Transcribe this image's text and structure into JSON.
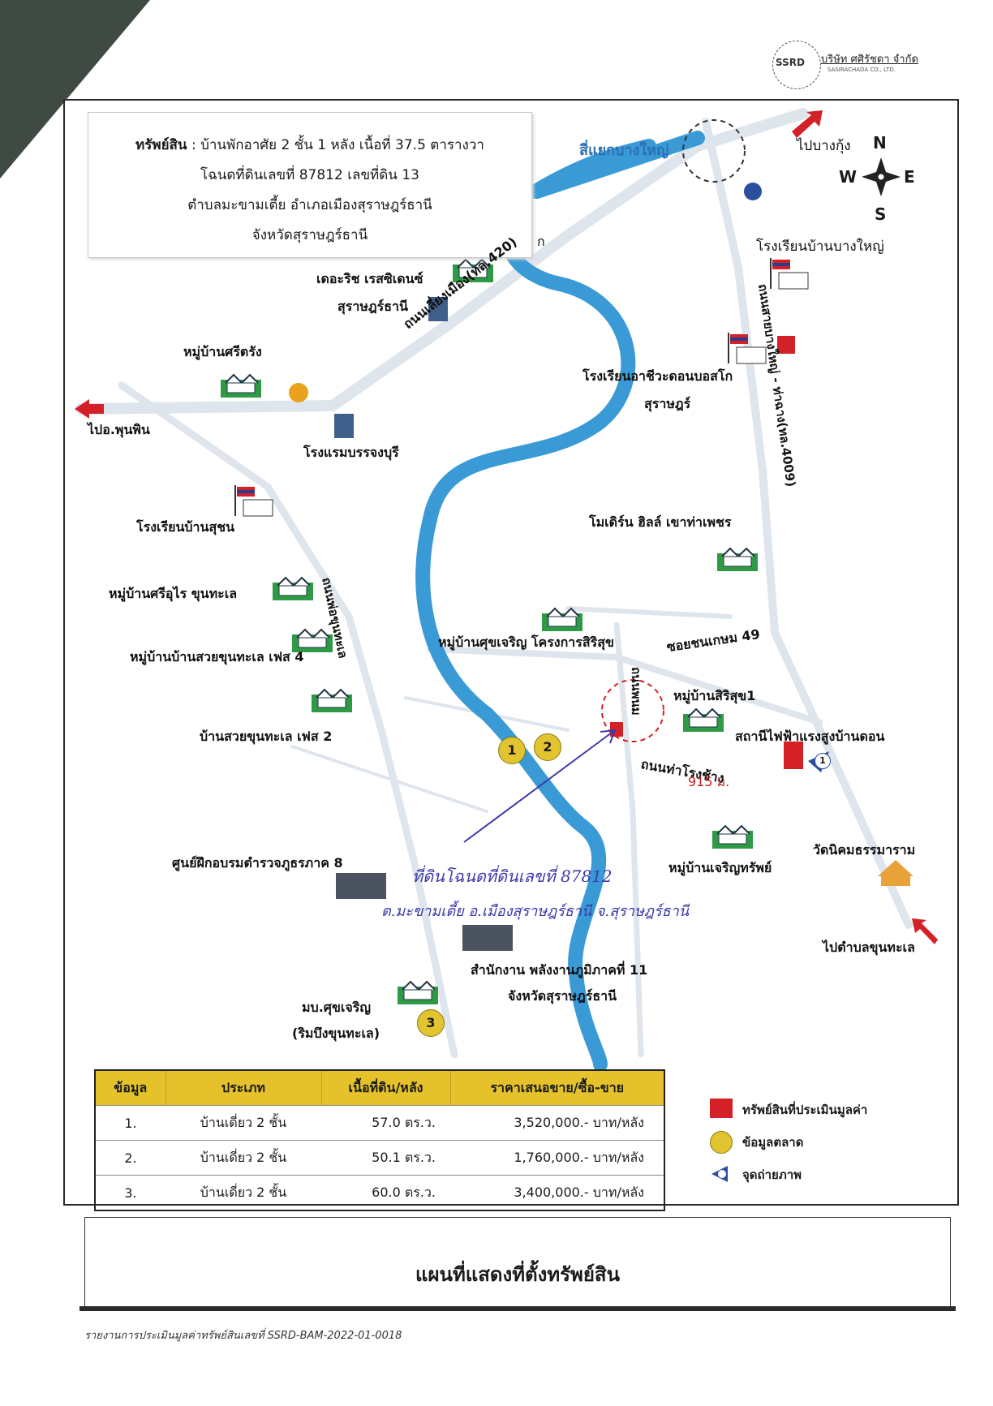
{
  "logo": {
    "seal_text": "SSRD",
    "company_name": "บริษัท ศศิรัชดา จำกัด",
    "company_sub": "SASIRACHADA CO., LTD."
  },
  "info_box": {
    "asset_label": "ทรัพย์สิน",
    "line1": " : บ้านพักอาศัย 2 ชั้น 1 หลัง เนื้อที่ 37.5 ตารางวา",
    "line2": "โฉนดที่ดินเลขที่  87812 เลขที่ดิน 13",
    "line3": "ตำบลมะขามเตี้ย  อำเภอเมืองสุราษฎร์ธานี",
    "line4": "จังหวัดสุราษฎร์ธานี"
  },
  "compass": {
    "n": "N",
    "s": "S",
    "e": "E",
    "w": "W"
  },
  "places": {
    "intersection": "สี่แยกบางใหญ่",
    "to_bang_kung": "ไปบางกุ้ง",
    "school_bang_yai": "โรงเรียนบ้านบางใหญ่",
    "the_rich": "เดอะริช เรสซิเดนซ์",
    "the_rich2": "สุราษฎร์ธานี",
    "ring_road": "ถนนเลี่ยงเมือง(ทล.420)",
    "ring_road_end": "ก",
    "bang_yai_road": "ถนนสายบางใหญ่ - ท่าฉาง(ทล.4009)",
    "moo_sri_rung": "หมู่บ้านศรีตรัง",
    "to_phunphin": "ไปอ.พุนพิน",
    "hotel": "โรงแรมบรรจงบุรี",
    "vocational": "โรงเรียนอาชีวะดอนบอสโก",
    "vocational2": "สุราษฎร์",
    "school_suchon": "โรงเรียนบ้านสุชน",
    "modern_hills": "โมเดิร์น ฮิลล์ เขาท่าเพชร",
    "sri_ukrai": "หมู่บ้านศรีอุไร ขุนทะเล",
    "pho_khun_road": "ถนนพ่อขุนทะเล",
    "suay_khun4": "หมู่บ้านบ้านสวยขุนทะเล เฟส 4",
    "suk_charoen": "หมู่บ้านศุขเจริญ โครงการสิริสุข",
    "soi_chon": "ซอยชนเกษม 49",
    "suay_khun2": "บ้านสวยขุนทะเล เฟส 2",
    "road_num": "ถนนพนม",
    "siri_suk": "หมู่บ้านสิริสุข1",
    "substation": "สถานีไฟฟ้าแรงสูงบ้านดอน",
    "tha_rong_chang": "ถนนท่าโรงช้าง",
    "dist": "915 ม.",
    "police_center": "ศูนย์ฝึกอบรมตำรวจภูธรภาค 8",
    "charoen_sap": "หมู่บ้านเจริญทรัพย์",
    "wat": "วัดนิคมธรรมาราม",
    "energy_office": "สำนักงาน พลังงานภูมิภาคที่ 11",
    "energy_office2": "จังหวัดสุราษฎร์ธานี",
    "to_khun_thale": "ไปตำบลขุนทะเล",
    "mb_suk": "มบ.ศุขเจริญ",
    "mb_suk2": "(ริมบึงขุนทะเล)"
  },
  "handwriting": {
    "line1": "ที่ดินโฉนดที่ดินเลขที่ 87812",
    "line2": "ต.มะขามเตี้ย อ.เมืองสุราษฎร์ธานี จ.สุราษฎร์ธานี"
  },
  "markers": {
    "m1": "1",
    "m2": "2",
    "m3": "3",
    "cam": "1"
  },
  "table": {
    "headers": [
      "ข้อมูล",
      "ประเภท",
      "เนื้อที่ดิน/หลัง",
      "ราคาเสนอขาย/ซื้อ-ขาย"
    ],
    "rows": [
      [
        "1.",
        "บ้านเดี่ยว 2 ชั้น",
        "57.0 ตร.ว.",
        "3,520,000.- บาท/หลัง"
      ],
      [
        "2.",
        "บ้านเดี่ยว 2 ชั้น",
        "50.1 ตร.ว.",
        "1,760,000.- บาท/หลัง"
      ],
      [
        "3.",
        "บ้านเดี่ยว 2 ชั้น",
        "60.0 ตร.ว.",
        "3,400,000.- บาท/หลัง"
      ]
    ]
  },
  "legend": {
    "subject": "ทรัพย์สินที่ประเมินมูลค่า",
    "market": "ข้อมูลตลาด",
    "photo": "จุดถ่ายภาพ"
  },
  "colors": {
    "river": "#3a9ad6",
    "road": "#dde3ea",
    "marker": "#e2c431",
    "subject": "#d42027",
    "header": "#e5c12c"
  },
  "caption": "แผนที่แสดงที่ตั้งทรัพย์สิน",
  "footer": "รายงานการประเมินมูลค่าทรัพย์สินเลขที่ SSRD-BAM-2022-01-0018"
}
